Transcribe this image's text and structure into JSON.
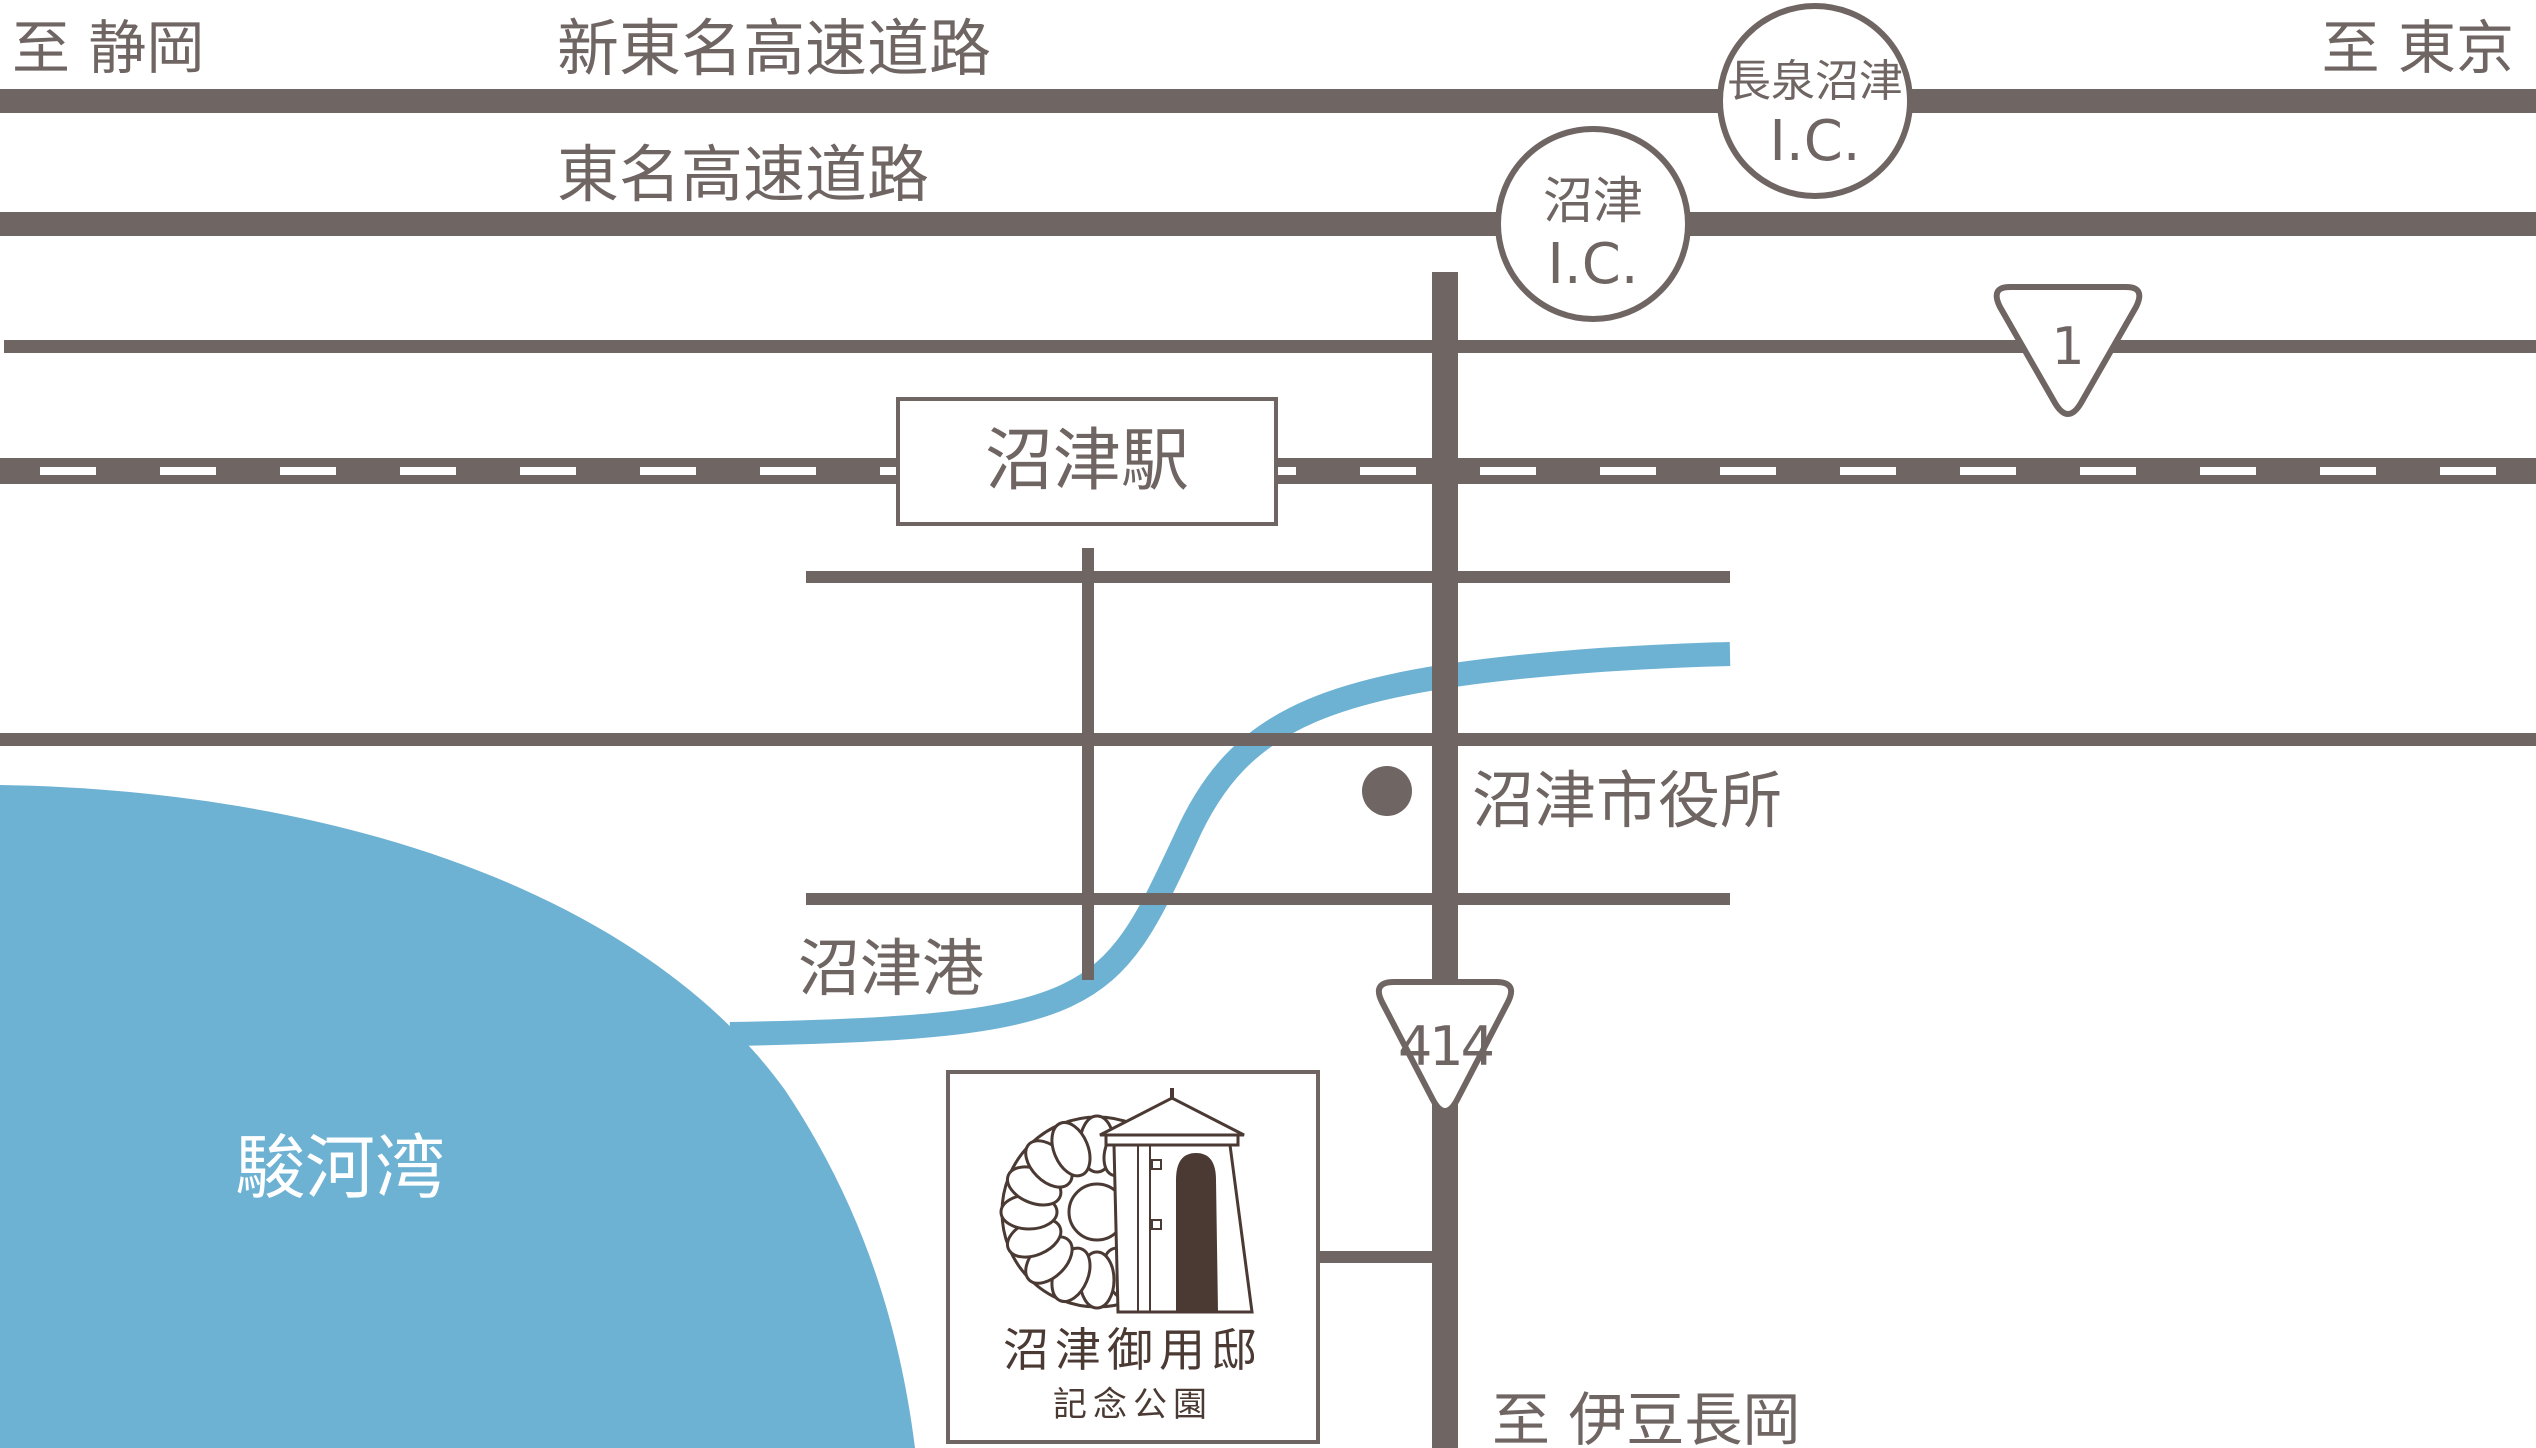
{
  "labels": {
    "to_shizuoka": "至 静岡",
    "to_tokyo": "至 東京",
    "to_izunagaoka": "至 伊豆長岡",
    "shin_tomei": "新東名高速道路",
    "tomei": "東名高速道路",
    "numazu_station": "沼津駅",
    "numazu_city_hall": "沼津市役所",
    "numazu_port": "沼津港",
    "suruga_bay": "駿河湾"
  },
  "interchanges": {
    "nagaizumi_line1": "長泉沼津",
    "nagaizumi_line2": "I.C.",
    "numazu_line1": "沼津",
    "numazu_line2": "I.C."
  },
  "route_shields": {
    "route1": "1",
    "route414": "414"
  },
  "destination": {
    "name": "沼津御用邸",
    "subtitle": "記念公園"
  },
  "colors": {
    "road": "#6f6563",
    "water": "#6db1d3",
    "text": "#6f6563",
    "logo_dark": "#4b3a33",
    "background": "#ffffff"
  }
}
